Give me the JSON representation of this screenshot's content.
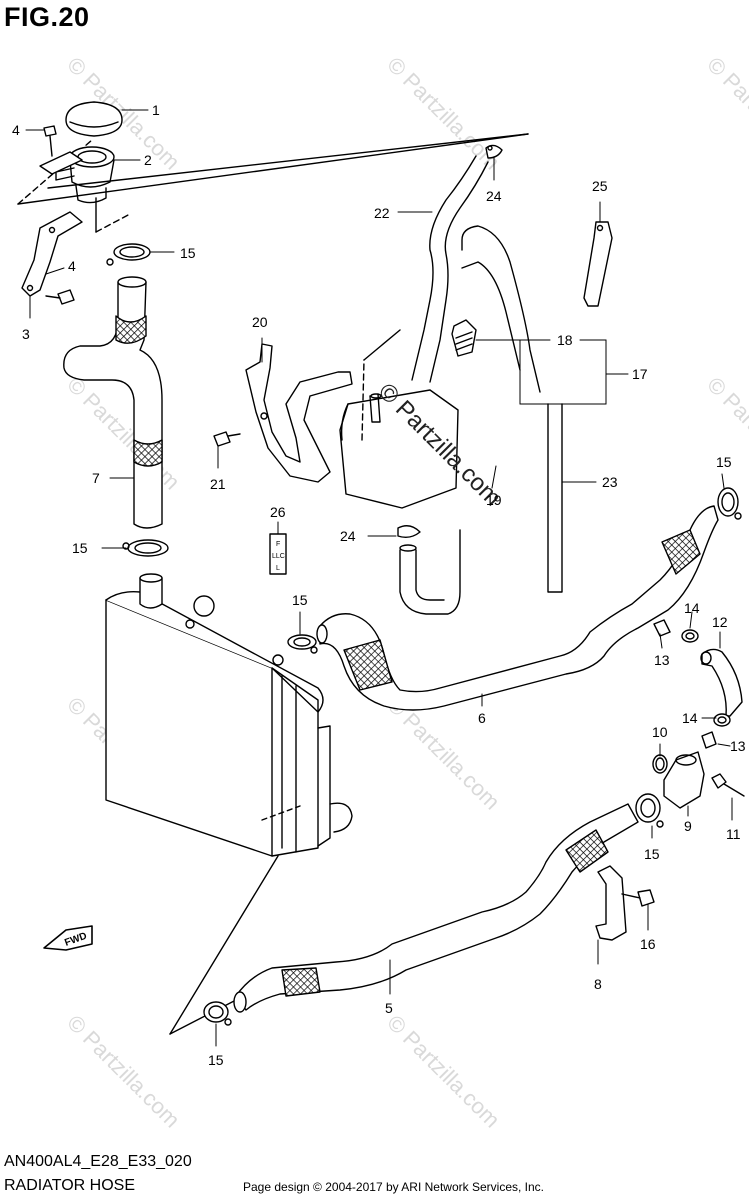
{
  "figure": {
    "title": "FIG.20",
    "model_code": "AN400AL4_E28_E33_020",
    "name": "RADIATOR HOSE",
    "copyright": "Page design © 2004-2017 by ARI Network Services, Inc.",
    "fwd_label": "FWD",
    "llc_label": "LLC",
    "llc_f": "F",
    "llc_l": "L"
  },
  "watermark": {
    "text": "© Partzilla.com",
    "center_text": "© Partzilla.com"
  },
  "callouts": [
    {
      "id": "c1",
      "label": "1"
    },
    {
      "id": "c2",
      "label": "2"
    },
    {
      "id": "c3",
      "label": "3"
    },
    {
      "id": "c4a",
      "label": "4"
    },
    {
      "id": "c4b",
      "label": "4"
    },
    {
      "id": "c5",
      "label": "5"
    },
    {
      "id": "c6",
      "label": "6"
    },
    {
      "id": "c7",
      "label": "7"
    },
    {
      "id": "c8",
      "label": "8"
    },
    {
      "id": "c9",
      "label": "9"
    },
    {
      "id": "c10",
      "label": "10"
    },
    {
      "id": "c11",
      "label": "11"
    },
    {
      "id": "c12",
      "label": "12"
    },
    {
      "id": "c13a",
      "label": "13"
    },
    {
      "id": "c13b",
      "label": "13"
    },
    {
      "id": "c14a",
      "label": "14"
    },
    {
      "id": "c14b",
      "label": "14"
    },
    {
      "id": "c15a",
      "label": "15"
    },
    {
      "id": "c15b",
      "label": "15"
    },
    {
      "id": "c15c",
      "label": "15"
    },
    {
      "id": "c15d",
      "label": "15"
    },
    {
      "id": "c15e",
      "label": "15"
    },
    {
      "id": "c15f",
      "label": "15"
    },
    {
      "id": "c16",
      "label": "16"
    },
    {
      "id": "c17",
      "label": "17"
    },
    {
      "id": "c18",
      "label": "18"
    },
    {
      "id": "c19",
      "label": "19"
    },
    {
      "id": "c20",
      "label": "20"
    },
    {
      "id": "c21",
      "label": "21"
    },
    {
      "id": "c22",
      "label": "22"
    },
    {
      "id": "c23",
      "label": "23"
    },
    {
      "id": "c24a",
      "label": "24"
    },
    {
      "id": "c24b",
      "label": "24"
    },
    {
      "id": "c25",
      "label": "25"
    },
    {
      "id": "c26",
      "label": "26"
    }
  ]
}
